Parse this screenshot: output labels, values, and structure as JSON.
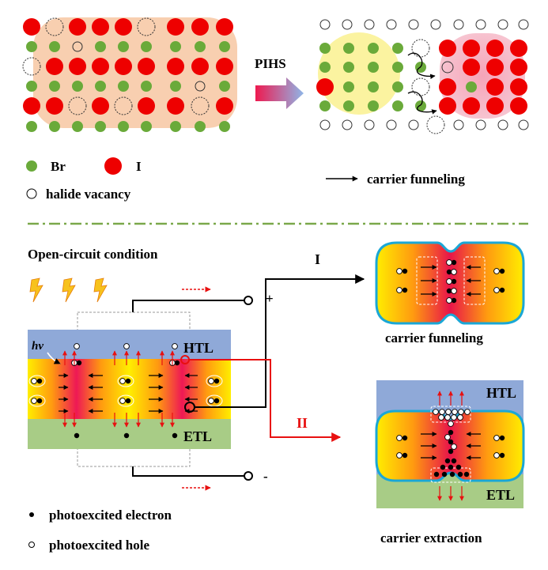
{
  "top": {
    "arrow_label": "PIHS",
    "legend": {
      "br": "Br",
      "i": "I",
      "vacancy": "halide vacancy",
      "funneling": "carrier funneling"
    }
  },
  "bottom": {
    "title": "Open-circuit condition",
    "hv": "hv",
    "htl": "HTL",
    "etl": "ETL",
    "plus": "+",
    "minus": "-",
    "route_one": "I",
    "route_two": "II",
    "panel_one_caption": "carrier funneling",
    "panel_two_caption": "carrier extraction",
    "panel_two_htl": "HTL",
    "panel_two_etl": "ETL",
    "legend": {
      "electron": "photoexcited electron",
      "hole": "photoexcited hole"
    }
  },
  "colors": {
    "br": "#6aaa3a",
    "i": "#ee0000",
    "htl": "#8fa9d8",
    "etl": "#a8cc86",
    "funnel": "#e8144a",
    "edge": "#ffee00",
    "panel_border": "#1aa7d6",
    "divider": "#7aa84a",
    "wire_red": "#e81010"
  }
}
